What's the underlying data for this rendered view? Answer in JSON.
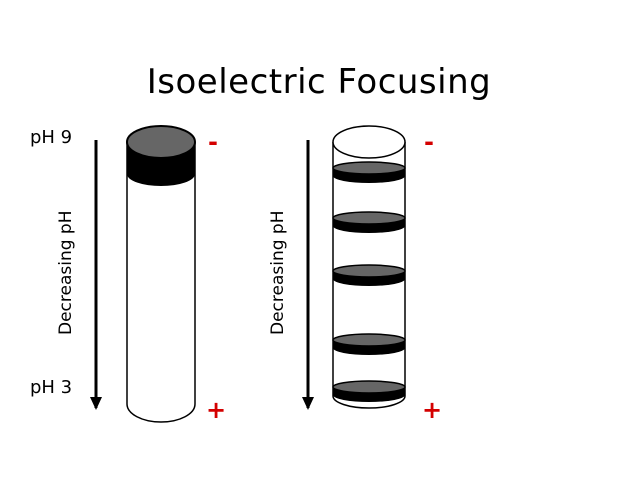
{
  "title": "Isoelectric Focusing",
  "left_panel": {
    "ph_top": "pH 9",
    "ph_bottom": "pH 3",
    "axis_label": "Decreasing pH",
    "sign_top": "-",
    "sign_bottom": "+"
  },
  "right_panel": {
    "axis_label": "Decreasing pH",
    "sign_top": "-",
    "sign_bottom": "+",
    "band_count": 5
  },
  "colors": {
    "band_dark": "#000000",
    "band_top": "#666666",
    "sign": "#d40000"
  }
}
